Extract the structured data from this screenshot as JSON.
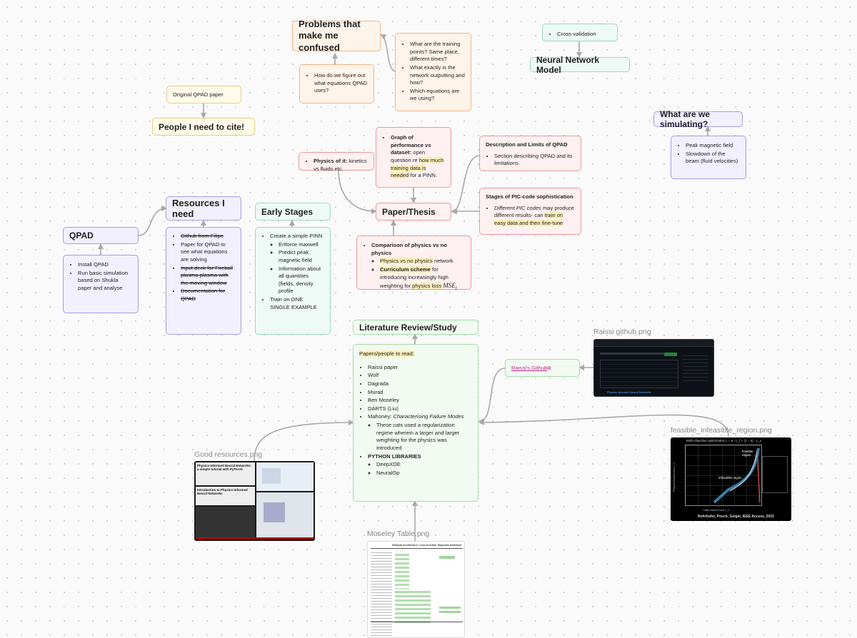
{
  "problems": {
    "title": "Problems that make me confused",
    "q1": "How do we figure out what equations QPAD uses?",
    "q2": [
      "What are the training points? Same place, different times?",
      "What exactly is the network outputting and how?",
      "Which equations are we using?"
    ]
  },
  "cross_validation": "Cross-validation",
  "neural_network_model": "Neural Network Model",
  "original_qpad": "Original QPAD paper",
  "cite": "People I need to cite!",
  "simulating": {
    "title": "What are we simulating?",
    "items": [
      "Peak magnetic field",
      "Slowdown of the beam (fluid velocities)"
    ]
  },
  "graph_perf": {
    "bold": "Graph of performance vs dataset:",
    "pre": " open question re ",
    "hl": "how much training data is needed",
    "post": " for a PINN."
  },
  "physics_of_it": {
    "bold": "Physics of it:",
    "rest": " kinetics vs fluids etc."
  },
  "desc_limits": {
    "title": "Description and Limits of QPAD",
    "item": "Section describing QPAD and its limitations."
  },
  "pic_stages": {
    "title": "Stages of PIC-code sophistication",
    "italic": "Different PIC codes",
    "mid": " may produce different results- can ",
    "hl": "train on easy data and then fine-tune"
  },
  "paper_thesis": "Paper/Thesis",
  "comparison": {
    "title": "Comparison of physics vs no physics",
    "i1_hl": "Physics vs no physics",
    "i1_rest": " network",
    "i2_hl": "Curriculum scheme",
    "i2_mid": " for introducing increasingly high weighting for ",
    "i2_hl2": "physics",
    "i2_hl3": "loss",
    "i2_math": "MSE",
    "i2_sub": "f"
  },
  "qpad": {
    "title": "QPAD",
    "items": [
      "Install QPAD",
      "Run basic simulation based on Shukla paper and analyse"
    ]
  },
  "resources": {
    "title": "Resources I need",
    "items": [
      {
        "text": "Github from Filipe",
        "strike": true
      },
      {
        "text": "Paper for QPAD to see what equations are solving",
        "strike": false
      },
      {
        "text": "Input deck for Fireball plasma plasma with the moving window",
        "strike": true
      },
      {
        "text": "Documentation for QPAD",
        "strike": true
      }
    ]
  },
  "early_stages": {
    "title": "Early Stages",
    "item1": "Create a simple PINN",
    "sub": [
      "Enforce maxwell",
      "Predict peak magnetic field",
      "Information about all quantities (fields, density profile"
    ],
    "item2": "Train on ONE SINGLE EXAMPLE"
  },
  "lit_review": "Literature Review/Study",
  "lit_card": {
    "heading": "Papers/people to read:",
    "items": [
      "Raissi paper",
      "Wolf",
      "Dagrada",
      "Murad",
      "Ben Moseley",
      "DARTS (Liu)"
    ],
    "mahoney_pre": "Mahoney: ",
    "mahoney_it": "Characterising Failure Modes",
    "mahoney_sub": "These cats used a regularization regime wherein a larger and larger weighting for the physics was introduced",
    "python": "PYTHON LIBRARIES",
    "libs": [
      "DeepXDE",
      "NeuralOp"
    ]
  },
  "raissi_link": "Raissi's Github",
  "images": {
    "raissi": "Raissi github.png",
    "feasible": "feasible_infeasible_region.png",
    "good": "Good resources.png",
    "moseley": "Moseley Table.png"
  },
  "good_res_text": {
    "a": "Physics-Informed Neural Networks: a simple tutorial with PyTorch",
    "b": "Introduction to Physics-Informed Neural Networks"
  },
  "feasible_text": {
    "title": "Multi-objective optimization L = a · L_f + (1 − a) · L_u",
    "feasible": "feasible region",
    "infeasible": "infeasible region",
    "xlabel": "Data-based loss L_u",
    "ylabel": "Physics-based loss L_f",
    "credit": "Rohrhofer, Posch, Geiger, IEEE Access, 2023"
  },
  "raissi_text": "Physics Informed Neural Networks",
  "moseley_cols": [
    "Network architecture / Loss function",
    "Bayesian treatment"
  ],
  "icons": {
    "external": "external-link-icon"
  }
}
